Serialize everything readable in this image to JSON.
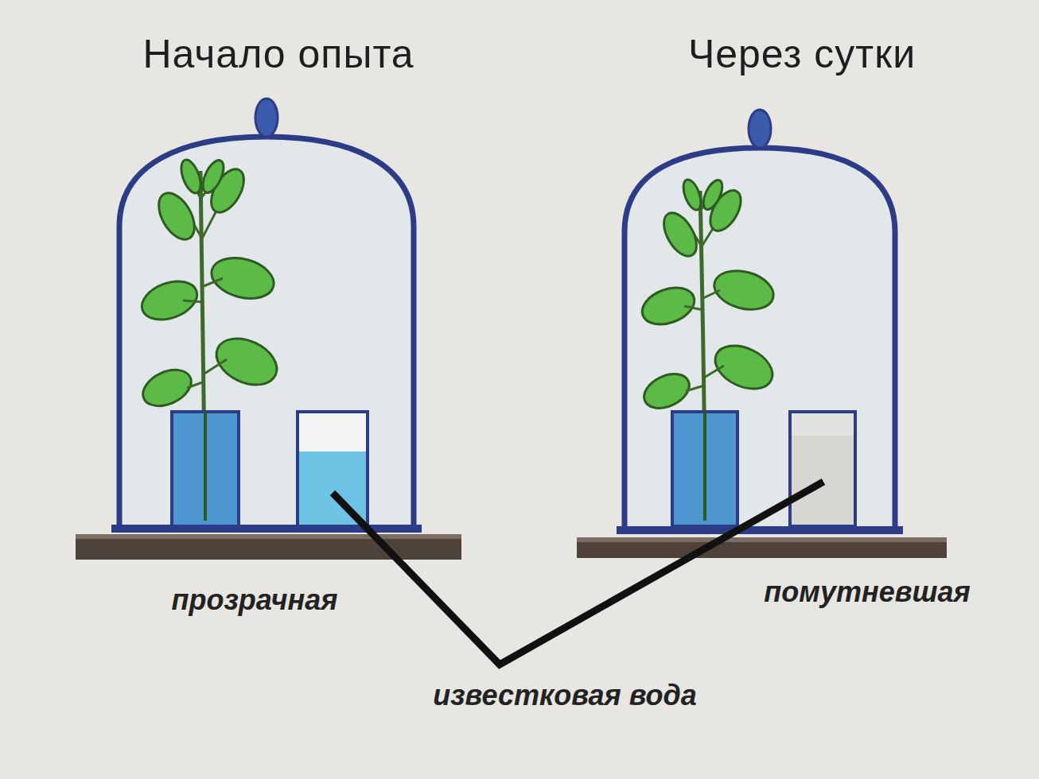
{
  "diagram": {
    "labels": [
      "Начало опыта",
      "Через сутки",
      "прозрачная",
      "помутневшая",
      "известковая вода"
    ]
  }
}
